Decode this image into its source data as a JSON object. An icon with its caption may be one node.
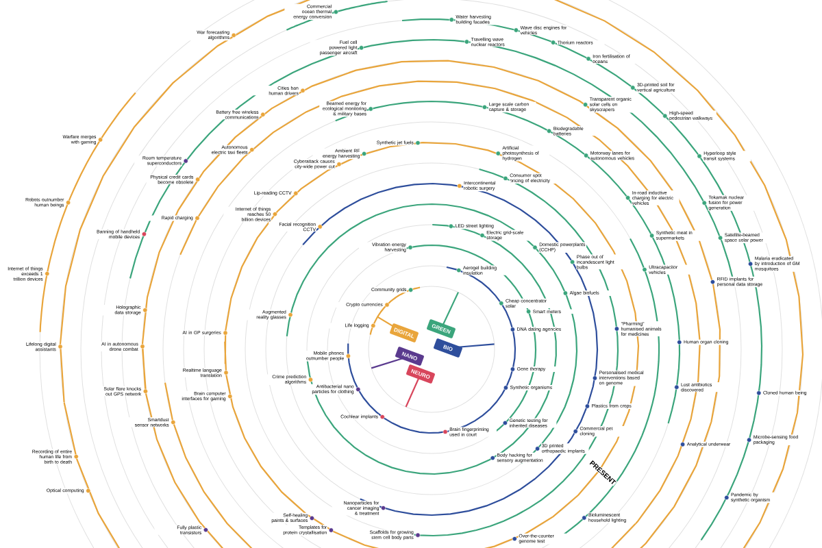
{
  "diagram": {
    "nodes": [
      {
        "text": [
          "DIGITAL"
        ]
      },
      {
        "text": [
          "GREEN"
        ]
      },
      {
        "text": [
          "NANO"
        ]
      },
      {
        "text": [
          "BIO"
        ]
      },
      {
        "text": [
          "NEURO"
        ]
      }
    ],
    "labels": [
      "War forecasting algorithms",
      "Commercial ocean thermal energy conversion",
      "Water harvesting building facades",
      "Wave disc engines for vehicles",
      "Thorium reactors",
      "Fuel cell powered light passenger aircraft",
      "Travelling wave nuclear reactors",
      "Iron fertilisation of oceans",
      "Cities ban human drivers",
      "Beamed energy for ecological monitoring & military bases",
      "Large scale carbon capture & storage",
      "3D-printed soil for vertical agriculture",
      "Transparent organic solar cells on skyscrapers",
      "Biodegradable batteries",
      "High-speed pedestrian walkways",
      "Warfare merges with gaming",
      "Battery free wireless communications",
      "Autonomous electric taxi fleets",
      "Ambient RF energy harvesting",
      "Synthetic jet fuels",
      "Artificial photosynthesis of hydrogen",
      "Room temperature superconductors",
      "Motorway lanes for autonomous vehicles",
      "Hyperloop style transit systems",
      "Cyberattack causes city-wide power cut",
      "Consumer spot pricing of electricity",
      "Physical credit cards become obsolete",
      "Intercontinental robotic surgery",
      "Lip-reading CCTV",
      "Robots outnumber human beings",
      "In-road inductive charging for electric vehicles",
      "Tokamak nuclear fusion for power generation",
      "Rapid charging",
      "Internet of things reaches 50 billion devices",
      "Facial recognition CCTV",
      "LED street lighting",
      "Electric grid-scale storage",
      "Banning of handheld mobile devices",
      "Synthetic meat in supermarkets",
      "Satellite-beamed space solar power",
      "Vibration energy harvesting",
      "Aerogel building insulation",
      "Domestic powerplants (CCHP)",
      "Phase out of incandescent light bulbs",
      "Ultracapacitor vehicles",
      "Malaria eradicated by introduction of GM mosquitoes",
      "Internet of things exceeds 1 trillion devices",
      "Community grids",
      "Algae biofuels",
      "RFID implants for personal data storage",
      "Crypto currencies",
      "Cheap concentrator solar",
      "Smart meters",
      "Holographic data storage",
      "Augmented reality glasses",
      "Life logging",
      "AI in GP surgeries",
      "DNA dating agencies",
      "\"Pharming\" humanised animals for medicines",
      "Human organ cloning",
      "Lifelong digital assistants",
      "AI in autonomous drone combat",
      "Mobile phones outnumber people",
      "Gene therapy",
      "Realtime language translation",
      "Personalised medical interventions based on genome",
      "Lost antibiotics discovered",
      "Cloned human being",
      "Antibacterial nano particles for clothing",
      "Synthetic organisms",
      "Solar flare knocks out GPS network",
      "Brain computer interfaces for gaming",
      "Crime prediction algorithms",
      "Plastics from crops",
      "Cochlear implants",
      "Genetic testing for inherited diseases",
      "Smartdust sensor networks",
      "Commercial pet cloning",
      "Brain fingerprinting used in court",
      "Analytical underwear",
      "Microbe-sensing food packaging",
      "Recording of entire human life from birth to death",
      "Body hacking for sensory augmentation",
      "3D printed orthopaedic implants",
      "Optical computing",
      "Nanoparticles for cancer imaging & treatment",
      "Self-healing paints & surfaces",
      "Pandemic by synthetic organism",
      "Bioluminescent household lighting",
      "Fully plastic transistors",
      "Templates for protein crystallisation",
      "Scaffolds for growing stem cell body parts",
      "Over-the-counter genome test",
      "PRESENT"
    ]
  }
}
